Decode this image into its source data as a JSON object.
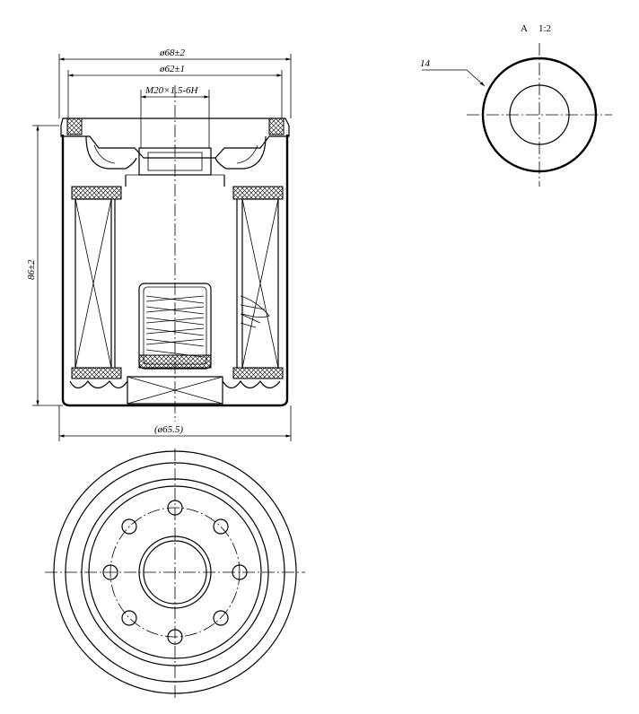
{
  "dimensions": {
    "outer_diameter": "ø68±2",
    "gasket_diameter": "ø62±1",
    "thread": "M20×1.5-6H",
    "height": "86±2",
    "body_diameter": "(ø65.5)"
  },
  "detail_view": {
    "label": "A",
    "scale": "1:2",
    "callout": "14"
  },
  "colors": {
    "line": "#000000",
    "background": "#ffffff"
  }
}
